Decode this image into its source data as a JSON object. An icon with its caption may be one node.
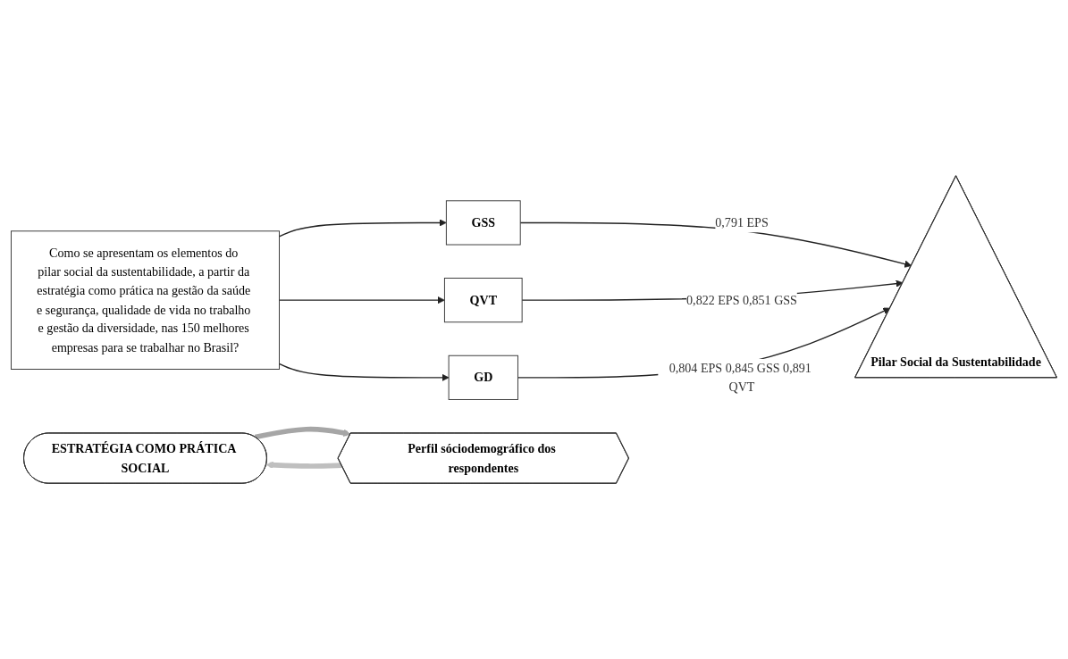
{
  "diagram": {
    "nodes": [
      {
        "text": [
          "ESTRATÉGIA COMO PRÁTICA SOCIAL"
        ]
      },
      {
        "text": [
          "Como se apresentam os elementos do pilar social da sustentabilidade, a partir da estratégia como prática na gestão da saúde e segurança, qualidade de vida no trabalho e gestão da diversidade, nas 150 melhores empresas para se trabalhar no Brasil?"
        ]
      },
      {
        "text": [
          "GSS"
        ]
      },
      {
        "text": [
          "QVT"
        ]
      },
      {
        "text": [
          "GD"
        ]
      },
      {
        "text": [
          "Pilar Social da Sustentabilidade"
        ]
      },
      {
        "text": [
          "Perfil sóciodemográfico dos respondentes"
        ]
      }
    ],
    "edges": [
      {
        "from": 1,
        "to": 2,
        "arrow": "to"
      },
      {
        "from": 1,
        "to": 3,
        "arrow": "to"
      },
      {
        "from": 1,
        "to": 4,
        "arrow": "to"
      },
      {
        "from": 2,
        "to": 5,
        "arrow": "to",
        "label": "0,791 EPS"
      },
      {
        "from": 3,
        "to": 5,
        "arrow": "to",
        "label": "0,822 EPS 0,851 GSS"
      },
      {
        "from": 4,
        "to": 5,
        "arrow": "to",
        "label": "0,804 EPS 0,845 GSS 0,891 QVT"
      },
      {
        "from": 0,
        "to": 6,
        "arrow": "to",
        "style": "thick",
        "color": "#a6a6a6"
      },
      {
        "from": 6,
        "to": 0,
        "arrow": "to",
        "style": "thick",
        "color": "#bfbfbf"
      }
    ]
  }
}
